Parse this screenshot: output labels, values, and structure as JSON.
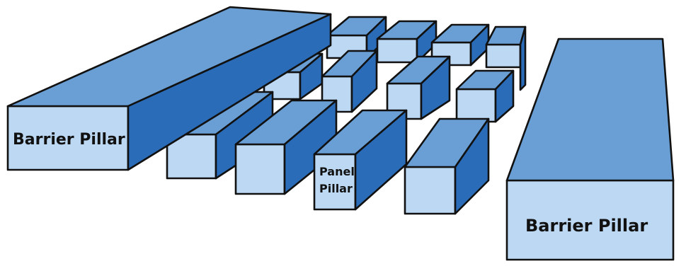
{
  "labels": {
    "left_barrier": "Barrier Pillar",
    "right_barrier": "Barrier Pillar",
    "panel_line1": "Panel",
    "panel_line2": "Pillar"
  },
  "colors": {
    "front_face": "#bcd8f2",
    "top_face": "#6a9fd6",
    "side_face": "#2a6cb8",
    "outline": "#111111",
    "background": "#ffffff"
  }
}
